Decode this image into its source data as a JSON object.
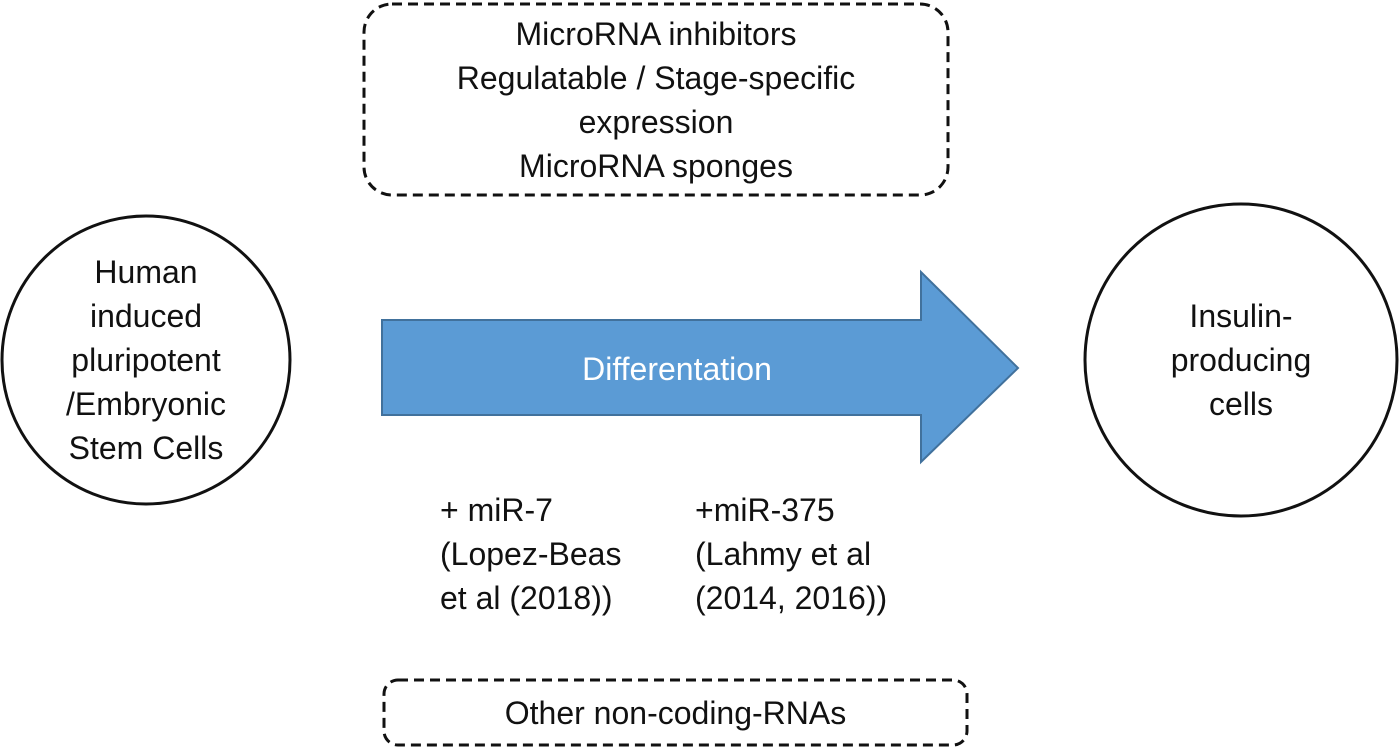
{
  "colors": {
    "arrow_fill": "#5B9BD5",
    "arrow_stroke": "#41719C",
    "arrow_text": "#ffffff",
    "outline": "#111111",
    "text": "#111111"
  },
  "top_box": {
    "lines": [
      "MicroRNA inhibitors",
      "Regulatable / Stage-specific",
      "expression",
      "MicroRNA sponges"
    ]
  },
  "left_circle": {
    "lines": [
      "Human",
      "induced",
      "pluripotent",
      "/Embryonic",
      "Stem Cells"
    ]
  },
  "right_circle": {
    "lines": [
      "Insulin-",
      "producing",
      "cells"
    ]
  },
  "arrow": {
    "label": "Differentation"
  },
  "annotations": {
    "mir7": {
      "lines": [
        "+ miR-7",
        "(Lopez-Beas",
        "et al (2018))"
      ]
    },
    "mir375": {
      "lines": [
        "+miR-375",
        "(Lahmy et al",
        "(2014, 2016))"
      ]
    }
  },
  "bottom_box": {
    "label": "Other non-coding-RNAs"
  }
}
